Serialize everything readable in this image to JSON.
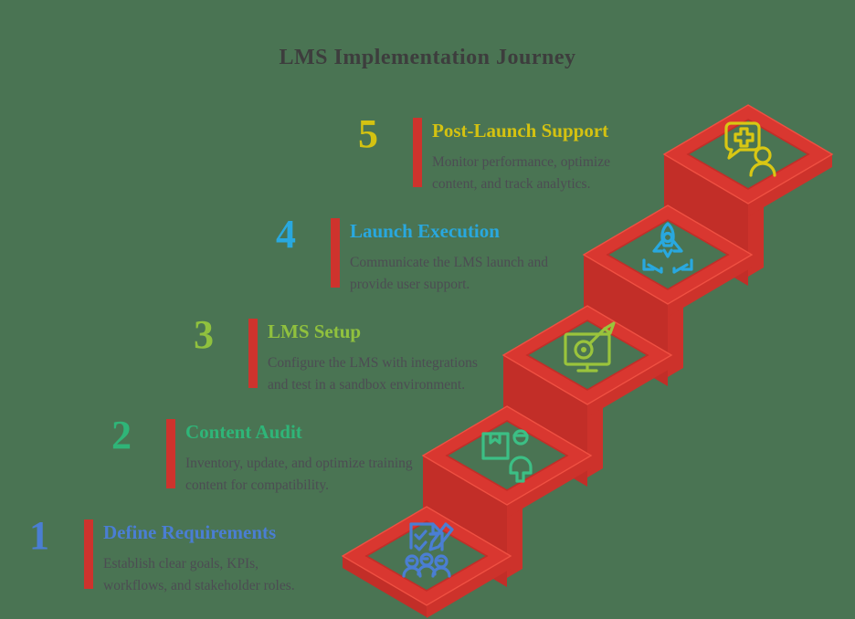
{
  "title": "LMS Implementation Journey",
  "colors": {
    "background": "#4a7453",
    "stair_red": "#d93730",
    "stair_red_dark": "#c22e28",
    "stair_red_mid": "#cd322b",
    "stair_red_highlight": "#ef5042",
    "bar_red": "#ce332d",
    "title_text": "#3d3d3d",
    "description_text": "#4c4c53"
  },
  "steps": [
    {
      "number": "1",
      "title": "Define Requirements",
      "color": "#4a7ed3",
      "icon_color": "#4a7ed3",
      "icon": "checklist-team-icon",
      "desc_lines": [
        "Establish clear goals, KPIs,",
        "workflows, and stakeholder roles."
      ]
    },
    {
      "number": "2",
      "title": "Content Audit",
      "color": "#2fb578",
      "icon_color": "#3cbf85",
      "icon": "inventory-person-icon",
      "desc_lines": [
        "Inventory, update, and optimize training",
        "content for compatibility."
      ]
    },
    {
      "number": "3",
      "title": "LMS Setup",
      "color": "#90c13e",
      "icon_color": "#9ac43c",
      "icon": "monitor-target-icon",
      "desc_lines": [
        "Configure the LMS with integrations",
        "and test in a sandbox environment."
      ]
    },
    {
      "number": "4",
      "title": "Launch Execution",
      "color": "#29a8df",
      "icon_color": "#29a8df",
      "icon": "rocket-launch-icon",
      "desc_lines": [
        "Communicate the LMS launch and",
        "provide user support."
      ]
    },
    {
      "number": "5",
      "title": "Post-Launch Support",
      "color": "#d4c211",
      "icon_color": "#d9c713",
      "icon": "support-chat-icon",
      "desc_lines": [
        "Monitor performance, optimize",
        "content, and track analytics."
      ]
    }
  ]
}
